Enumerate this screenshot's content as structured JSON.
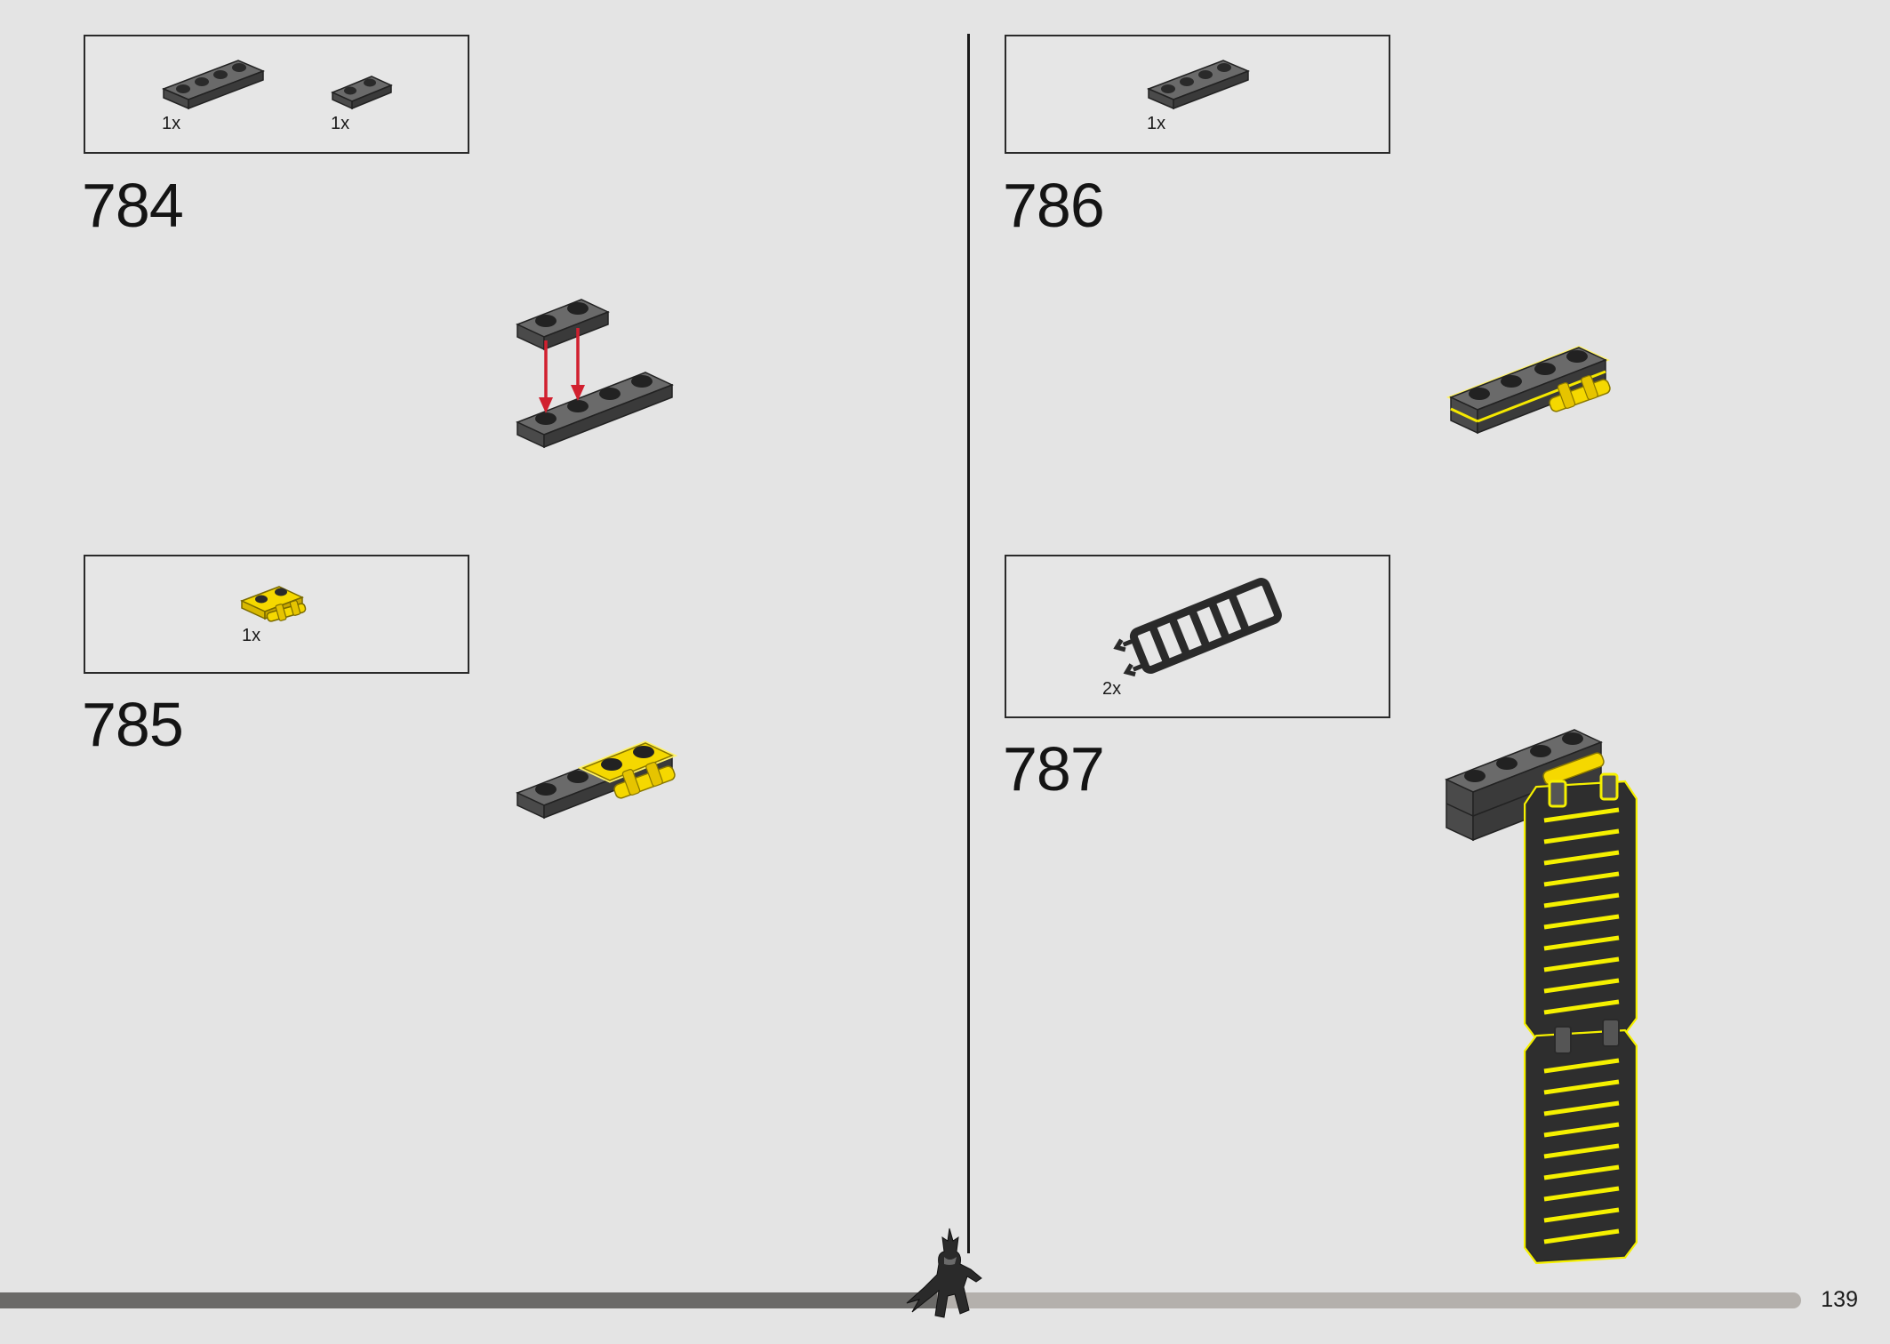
{
  "colors": {
    "background": "#e4e4e4",
    "dark_gray": "#5a5a5a",
    "yellow": "#f5d800",
    "arrow_red": "#d1202f"
  },
  "steps": [
    {
      "number": "784",
      "parts": [
        {
          "qty": "1x",
          "icon": "plate-1x4-dark-gray-icon"
        },
        {
          "qty": "1x",
          "icon": "plate-1x2-dark-gray-icon"
        }
      ]
    },
    {
      "number": "785",
      "parts": [
        {
          "qty": "1x",
          "icon": "plate-1x2-clip-yellow-icon"
        }
      ]
    },
    {
      "number": "786",
      "parts": [
        {
          "qty": "1x",
          "icon": "plate-1x4-dark-gray-icon"
        }
      ]
    },
    {
      "number": "787",
      "parts": [
        {
          "qty": "2x",
          "icon": "ladder-icon"
        }
      ]
    }
  ],
  "progress": {
    "fraction": 0.52
  },
  "page_number": "139"
}
